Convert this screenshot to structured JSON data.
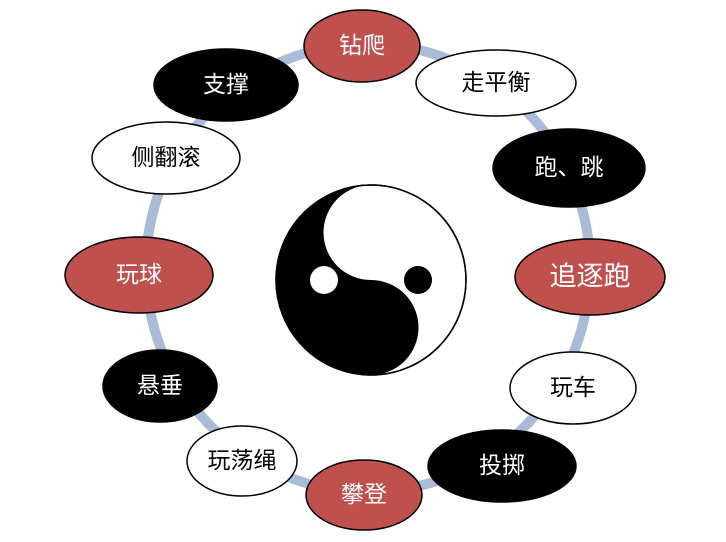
{
  "diagram": {
    "colors": {
      "ring": "#a9bbd7",
      "red_fill": "#c0504d",
      "black_fill": "#000000",
      "white_fill": "#ffffff",
      "stroke": "#000000",
      "text_on_dark": "#ffffff",
      "text_on_light": "#000000"
    },
    "center_symbol": "yin-yang",
    "nodes": [
      {
        "label": "钻爬",
        "style": "red"
      },
      {
        "label": "走平衡",
        "style": "white"
      },
      {
        "label": "跑、跳",
        "style": "black"
      },
      {
        "label": "追逐跑",
        "style": "red"
      },
      {
        "label": "玩车",
        "style": "white"
      },
      {
        "label": "投掷",
        "style": "black"
      },
      {
        "label": "攀登",
        "style": "red"
      },
      {
        "label": "玩荡绳",
        "style": "white"
      },
      {
        "label": "悬垂",
        "style": "black"
      },
      {
        "label": "玩球",
        "style": "red"
      },
      {
        "label": "侧翻滚",
        "style": "white"
      },
      {
        "label": "支撑",
        "style": "black"
      }
    ]
  }
}
